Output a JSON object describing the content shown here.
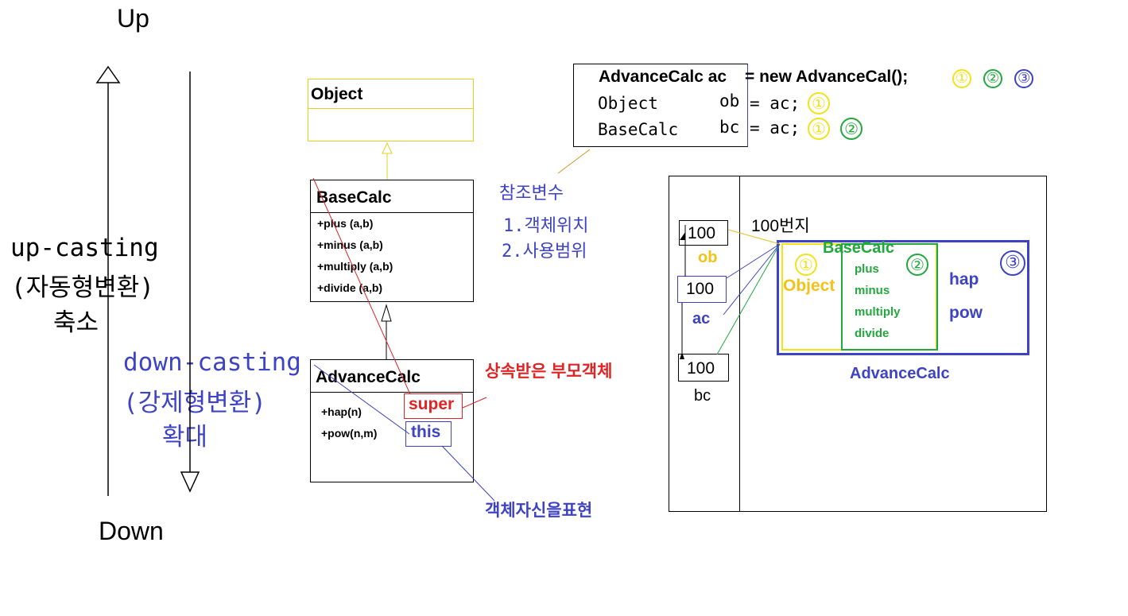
{
  "left_axis": {
    "up": "Up",
    "down": "Down",
    "up_casting": {
      "line1": "up-casting",
      "line2": "(자동형변환)",
      "line3": "축소"
    },
    "down_casting": {
      "line1": "down-casting",
      "line2": "(강제형변환)",
      "line3": "확대"
    }
  },
  "uml": {
    "object": {
      "name": "Object"
    },
    "basecalc": {
      "name": "BaseCalc",
      "methods": [
        "+plus  (a,b)",
        "+minus (a,b)",
        "+multiply (a,b)",
        "+divide  (a,b)"
      ]
    },
    "advancecalc": {
      "name": "AdvanceCalc",
      "methods": [
        "+hap(n)",
        "+pow(n,m)"
      ]
    },
    "super_label": "super",
    "this_label": "this",
    "super_note": "상속받은 부모객체",
    "this_note": "객체자신을표현"
  },
  "code": {
    "line1_type": "AdvanceCalc ac",
    "line1_rest": "= new AdvanceCal();",
    "line2_type": "Object",
    "line2_var": "ob",
    "line2_rest": "= ac;",
    "line3_type": "BaseCalc",
    "line3_var": "bc",
    "line3_rest": "= ac;",
    "circles": [
      "①",
      "②",
      "③"
    ]
  },
  "ref_note": {
    "title": "참조변수",
    "item1": "1.객체위치",
    "item2": "2.사용범위"
  },
  "memory": {
    "address_label": "100번지",
    "ob_value": "100",
    "ob_label": "ob",
    "ac_value": "100",
    "ac_label": "ac",
    "bc_value": "100",
    "bc_label": "bc",
    "basecalc_label": "BaseCalc",
    "object_label": "Object",
    "members_base": [
      "plus",
      "minus",
      "multiply",
      "divide"
    ],
    "members_adv": [
      "hap",
      "pow"
    ],
    "advancecalc_label": "AdvanceCalc",
    "circle1": "①",
    "circle2": "②",
    "circle3": "③"
  },
  "colors": {
    "blue": "#3d43c4",
    "green": "#22a83c",
    "yellow": "#f2e21a",
    "red": "#e02424"
  }
}
